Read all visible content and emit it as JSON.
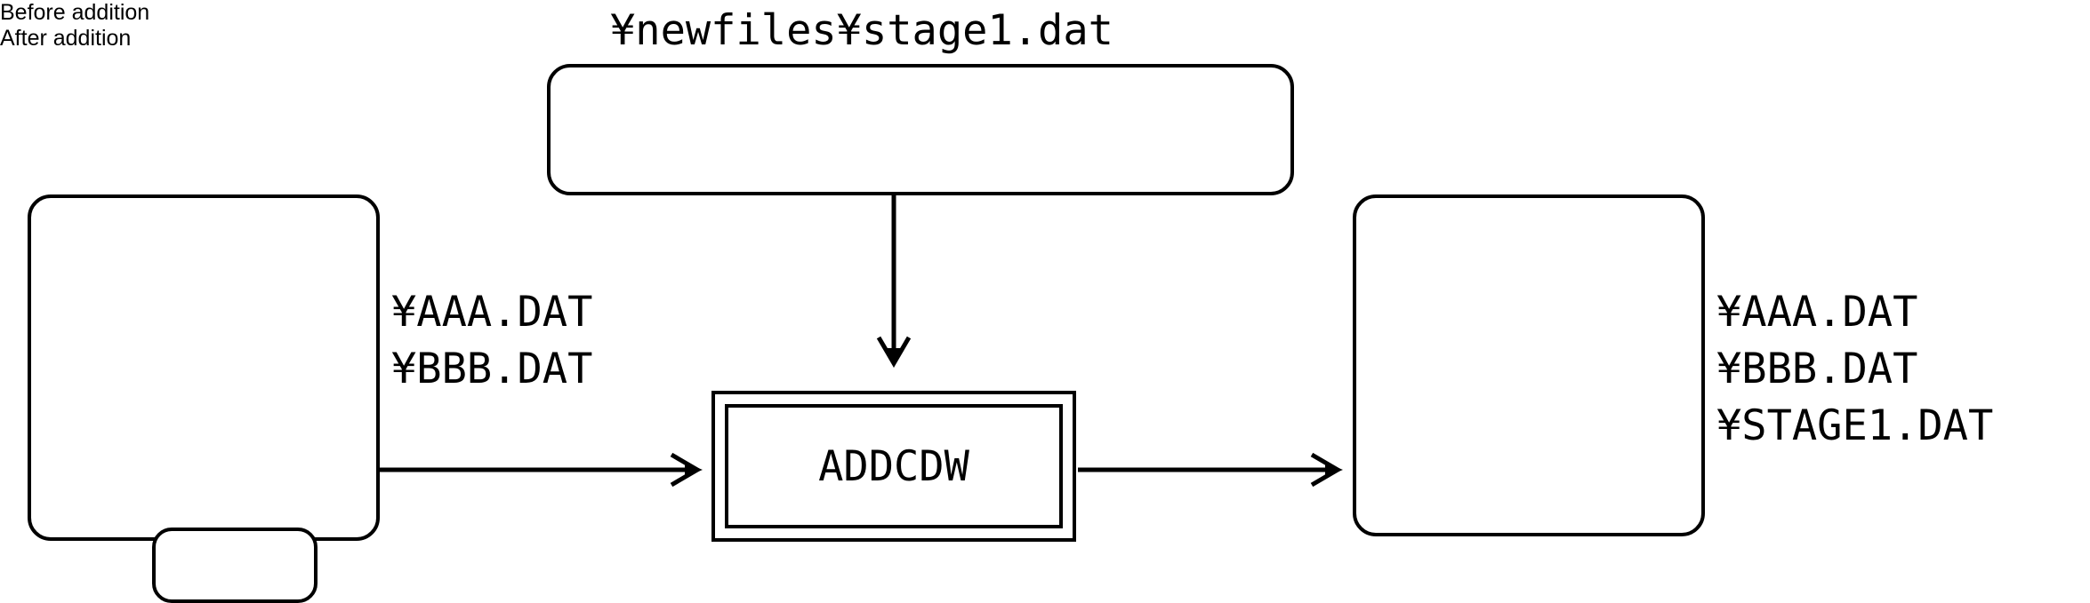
{
  "diagram": {
    "title_hidden": "",
    "callout": {
      "path_text": "¥newfiles¥stage1.dat",
      "name": "new-file-callout"
    },
    "process": {
      "label": "ADDCDW"
    },
    "left": {
      "caption": "Before addition",
      "files": "¥AAA.DAT\n¥BBB.DAT",
      "file_list": [
        "¥AAA.DAT",
        "¥BBB.DAT"
      ]
    },
    "right": {
      "caption": "After addition",
      "files": "¥AAA.DAT\n¥BBB.DAT\n¥STAGE1.DAT",
      "file_list": [
        "¥AAA.DAT",
        "¥BBB.DAT",
        "¥STAGE1.DAT"
      ]
    },
    "arrows": [
      {
        "name": "arrow-input-to-process",
        "direction": "right"
      },
      {
        "name": "arrow-process-to-output",
        "direction": "right"
      },
      {
        "name": "arrow-callout-to-process",
        "direction": "down"
      }
    ],
    "colors": {
      "stroke": "#000000",
      "background": "#ffffff"
    }
  }
}
